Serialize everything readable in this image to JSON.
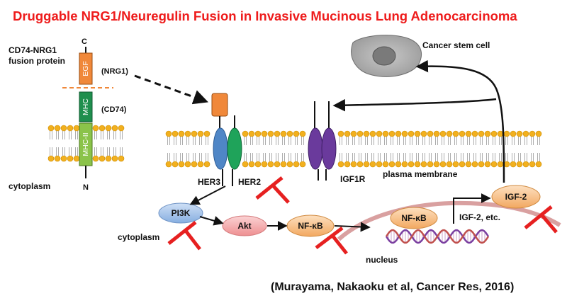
{
  "title": "Druggable NRG1/Neuregulin Fusion in Invasive Mucinous Lung Adenocarcinoma",
  "fusion": {
    "label_line1": "CD74-NRG1",
    "label_line2": "fusion protein",
    "c_term": "C",
    "n_term": "N",
    "domain_egf": "EGF",
    "domain_mhc": "MHC",
    "domain_mhc2": "MHC-II",
    "nrg1_tag": "(NRG1)",
    "cd74_tag": "(CD74)",
    "cytoplasm_label": "cytoplasm"
  },
  "receptors": {
    "her3": "HER3",
    "her2": "HER2",
    "igf1r": "IGF1R"
  },
  "membrane_label": "plasma membrane",
  "stem_cell_label": "Cancer stem cell",
  "pathway": {
    "pi3k": "PI3K",
    "akt": "Akt",
    "nfkb": "NF-κB",
    "nfkb_nuclear": "NF-κB",
    "igf2": "IGF-2",
    "igf2_etc": "IGF-2, etc.",
    "cytoplasm_label": "cytoplasm",
    "nucleus_label": "nucleus"
  },
  "citation": "(Murayama, Nakaoku et al, Cancer Res, 2016)",
  "colors": {
    "title": "#ee1c1c",
    "egf_orange": "#f0883a",
    "mhc_green": "#1f8f4e",
    "mhc2_green": "#8bc34a",
    "her3_blue": "#4f86c6",
    "her2_green": "#1fa35a",
    "igf1r_purple": "#6a3a9c",
    "node_pink": "#f4a7a8",
    "node_orange": "#f7be86",
    "inhibitor_red": "#e62020",
    "nucleus_line": "#d9a0a0",
    "lipid_head": "#f2b01e"
  },
  "icons": [
    "dashed-arrow-icon",
    "inhibitor-t-icon",
    "dna-helix-icon",
    "cell-icon"
  ]
}
